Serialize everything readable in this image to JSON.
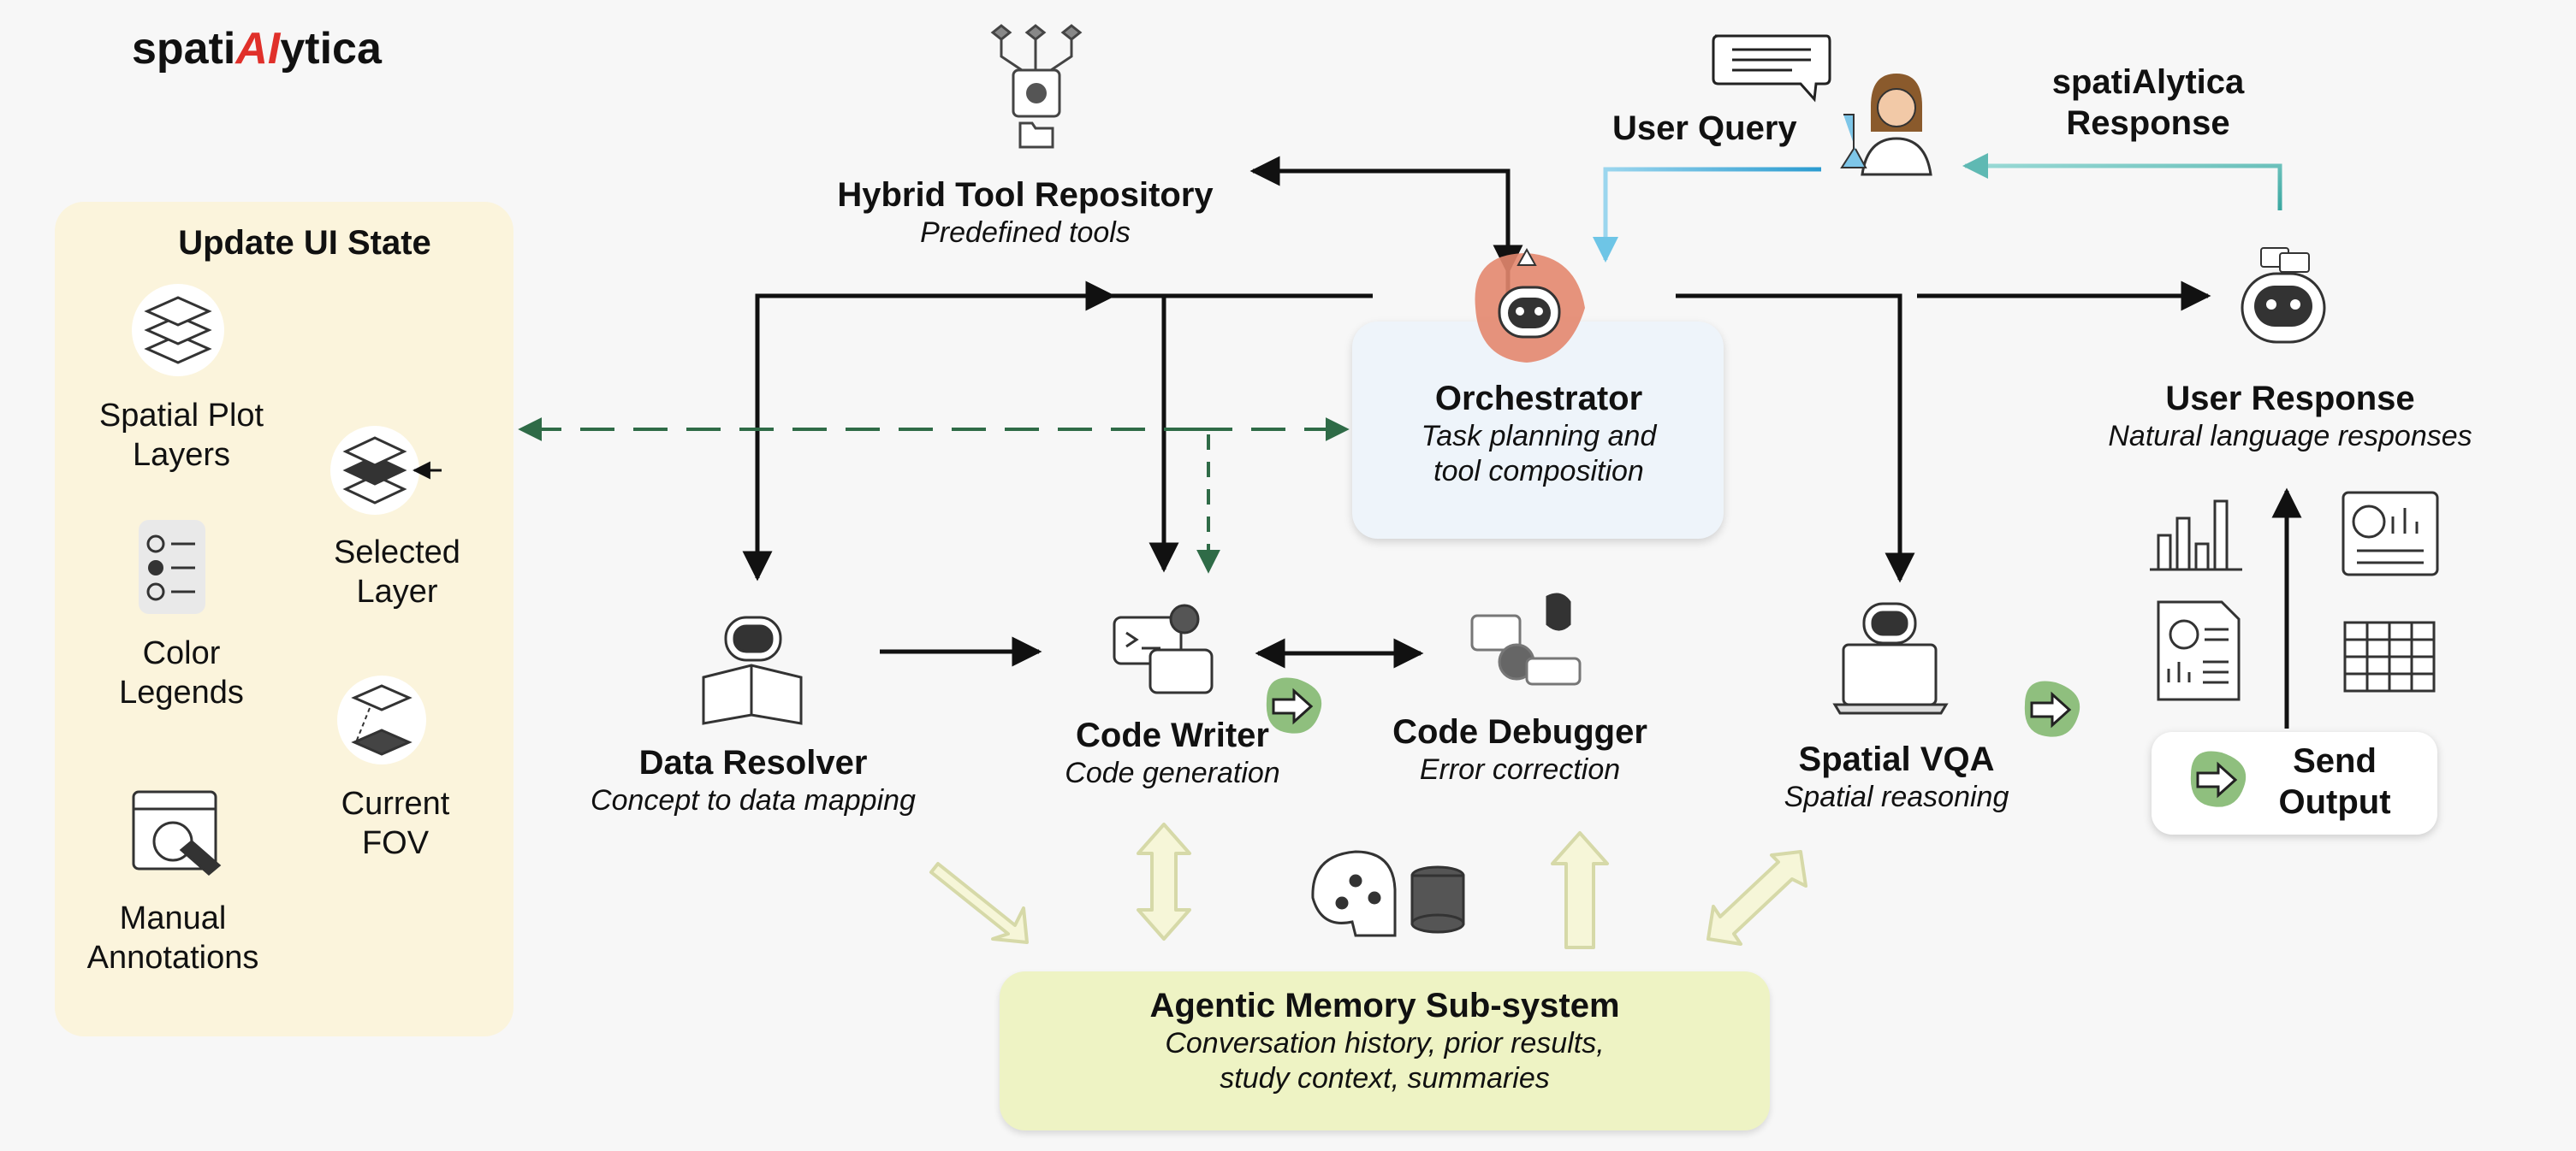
{
  "logo": {
    "part1": "spati",
    "part2": "AI",
    "part3": "ytica"
  },
  "colors": {
    "accent_red": "#e0302a",
    "panel_yellow": "#fbf4dc",
    "memory_green": "#eef3c4",
    "dashed_green": "#2f6b47",
    "query_blue": "#6ec5e6",
    "response_teal": "#5fb9b3"
  },
  "ui_state_panel": {
    "title": "Update UI State",
    "items": [
      {
        "label1": "Spatial Plot",
        "label2": "Layers",
        "icon": "layers-icon"
      },
      {
        "label1": "Color",
        "label2": "Legends",
        "icon": "legend-icon"
      },
      {
        "label1": "Manual",
        "label2": "Annotations",
        "icon": "annotation-icon"
      },
      {
        "label1": "Selected",
        "label2": "Layer",
        "icon": "selected-layer-icon"
      },
      {
        "label1": "Current",
        "label2": "FOV",
        "icon": "fov-icon"
      }
    ]
  },
  "nodes": {
    "tool_repo": {
      "title": "Hybrid Tool Repository",
      "subtitle": "Predefined tools"
    },
    "orchestrator": {
      "title": "Orchestrator",
      "subtitle1": "Task planning and",
      "subtitle2": "tool composition"
    },
    "data_resolver": {
      "title": "Data Resolver",
      "subtitle": "Concept to data mapping"
    },
    "code_writer": {
      "title": "Code Writer",
      "subtitle": "Code generation"
    },
    "code_debugger": {
      "title": "Code Debugger",
      "subtitle": "Error correction"
    },
    "spatial_vqa": {
      "title": "Spatial VQA",
      "subtitle": "Spatial reasoning"
    },
    "user_response": {
      "title": "User Response",
      "subtitle": "Natural language responses"
    },
    "user_query": {
      "title": "User Query"
    },
    "spatialytica_response": {
      "line1": "spatiAlytica",
      "line2": "Response"
    },
    "send_output": {
      "line1": "Send",
      "line2": "Output"
    },
    "memory": {
      "title": "Agentic Memory Sub-system",
      "subtitle1": "Conversation history, prior results,",
      "subtitle2": "study context, summaries"
    }
  }
}
